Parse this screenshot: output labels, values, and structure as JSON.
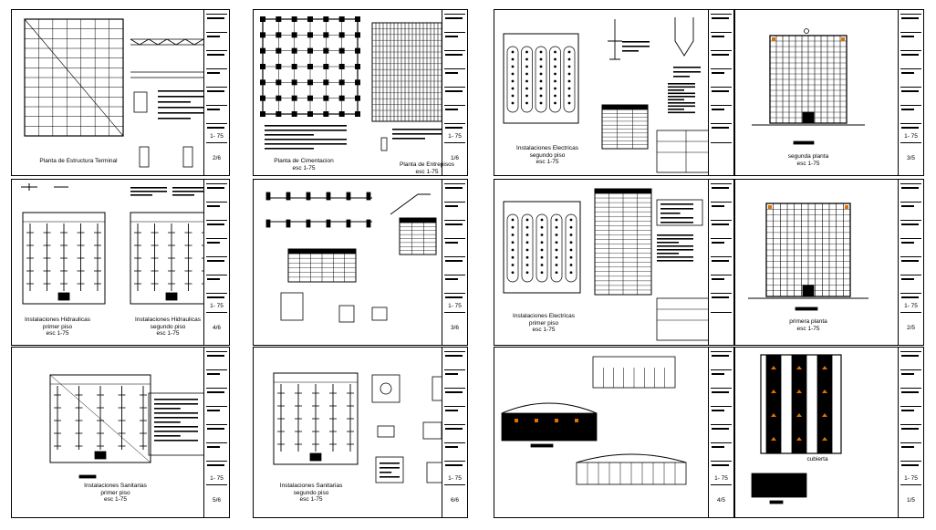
{
  "sheets": [
    {
      "id": "estructura",
      "number": "2/6",
      "scale": "1- 75",
      "labels": [
        {
          "lines": [
            "Planta de Estructura Terminal"
          ]
        }
      ]
    },
    {
      "id": "cimentacion",
      "number": "1/6",
      "scale": "1- 75",
      "labels": [
        {
          "lines": [
            "Planta de Cimentacion",
            "esc 1-75"
          ]
        },
        {
          "lines": [
            "Planta de Entrepisos",
            "esc 1-75"
          ]
        }
      ]
    },
    {
      "id": "electricas-segundo",
      "number": "",
      "scale": "",
      "labels": [
        {
          "lines": [
            "Instalaciones Electricas",
            "segundo piso",
            "esc 1-75"
          ]
        }
      ]
    },
    {
      "id": "segunda-planta",
      "number": "3/5",
      "scale": "1- 75",
      "labels": [
        {
          "lines": [
            "segunda planta",
            "esc 1-75"
          ]
        }
      ]
    },
    {
      "id": "hidraulicas",
      "number": "4/6",
      "scale": "1- 75",
      "labels": [
        {
          "lines": [
            "Instalaciones Hidraulicas",
            "primer piso",
            "esc 1-75"
          ]
        },
        {
          "lines": [
            "Instalaciones Hidraulicas",
            "segundo piso",
            "esc 1-75"
          ]
        }
      ]
    },
    {
      "id": "detalles",
      "number": "3/6",
      "scale": "1- 75",
      "labels": []
    },
    {
      "id": "electricas-primer",
      "number": "",
      "scale": "",
      "labels": [
        {
          "lines": [
            "Instalaciones Electricas",
            "primer piso",
            "esc 1-75"
          ]
        }
      ]
    },
    {
      "id": "primera-planta",
      "number": "2/5",
      "scale": "1- 75",
      "labels": [
        {
          "lines": [
            "primera planta",
            "esc 1-75"
          ]
        }
      ]
    },
    {
      "id": "sanitarias-primer",
      "number": "5/6",
      "scale": "1- 75",
      "labels": [
        {
          "lines": [
            "Instalaciones Sanitarias",
            "primer piso",
            "esc 1-75"
          ]
        }
      ]
    },
    {
      "id": "sanitarias-segundo",
      "number": "6/6",
      "scale": "1- 75",
      "labels": [
        {
          "lines": [
            "Instalaciones Sanitarias",
            "segundo piso",
            "esc 1-75"
          ]
        }
      ]
    },
    {
      "id": "elevaciones",
      "number": "4/5",
      "scale": "1- 75",
      "labels": []
    },
    {
      "id": "cubierta",
      "number": "1/5",
      "scale": "1- 75",
      "labels": [
        {
          "lines": [
            "cubierta"
          ]
        }
      ]
    }
  ]
}
